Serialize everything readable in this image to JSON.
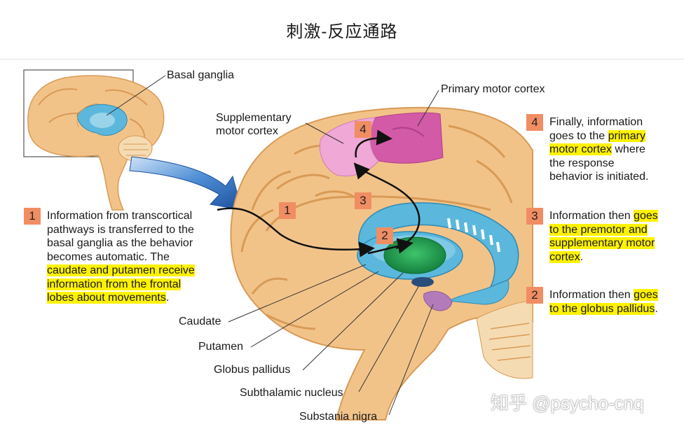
{
  "title": "刺激-反应通路",
  "labels": {
    "basal_ganglia": "Basal ganglia",
    "primary_motor_cortex": "Primary motor cortex",
    "supplementary_line1": "Supplementary",
    "supplementary_line2": "motor cortex",
    "caudate": "Caudate",
    "putamen": "Putamen",
    "globus_pallidus": "Globus pallidus",
    "subthalamic_nucleus": "Subthalamic nucleus",
    "substantia_nigra": "Substania nigra"
  },
  "diagram_steps": [
    "1",
    "2",
    "3",
    "4"
  ],
  "steps": [
    {
      "number": "1",
      "lines": [
        {
          "text": "Information from transcortical",
          "highlight": false
        },
        {
          "text": "pathways is transferred to the",
          "highlight": false
        },
        {
          "text": "basal ganglia as the behavior",
          "highlight": false
        },
        {
          "text": "becomes automatic. The",
          "highlight": false
        },
        {
          "text": "caudate and putamen receive",
          "highlight": true
        },
        {
          "text": "information from the frontal",
          "highlight": true
        },
        {
          "text": "lobes about movements",
          "highlight": true,
          "suffix": "."
        }
      ]
    },
    {
      "number": "2",
      "lines": [
        {
          "prefix": "Information then ",
          "text": "goes",
          "highlight": true
        },
        {
          "text": "to the globus pallidus",
          "highlight": true,
          "suffix": "."
        }
      ]
    },
    {
      "number": "3",
      "lines": [
        {
          "prefix": "Information then ",
          "text": "goes",
          "highlight": true
        },
        {
          "text": "to the premotor and",
          "highlight": true
        },
        {
          "text": "supplementary motor",
          "highlight": true
        },
        {
          "text": "cortex",
          "highlight": true,
          "suffix": "."
        }
      ]
    },
    {
      "number": "4",
      "lines": [
        {
          "text": "Finally, information",
          "highlight": false
        },
        {
          "prefix": "goes to the ",
          "text": "primary",
          "highlight": true
        },
        {
          "text": "motor cortex",
          "highlight": true,
          "suffix": " where"
        },
        {
          "text": "the response",
          "highlight": false
        },
        {
          "text": "behavior is initiated.",
          "highlight": false
        }
      ]
    }
  ],
  "watermark": "知乎 @psycho-cnq",
  "colors": {
    "step_badge": "#f08d63",
    "highlight": "#fff200",
    "brain": "#f2c389",
    "basal_ganglia": "#5bb8dc",
    "globus_pallidus": "#1aa650",
    "primary_motor": "#d35aa7",
    "supplementary": "#f0a8d6",
    "arrow_blue": "#2a63b8"
  }
}
